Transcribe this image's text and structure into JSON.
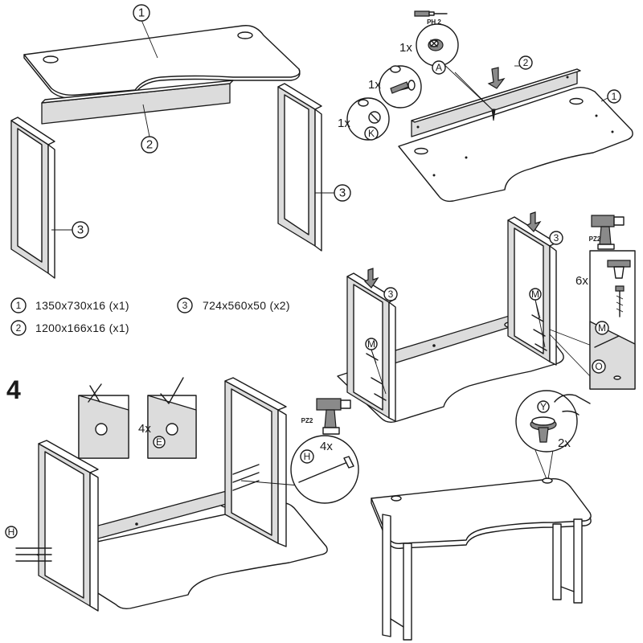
{
  "step_number": "4",
  "parts": [
    {
      "label": "1",
      "dims": "1350x730x16 (x1)"
    },
    {
      "label": "2",
      "dims": "1200x166x16 (x1)"
    },
    {
      "label": "3",
      "dims": "724x560x50 (x2)"
    }
  ],
  "callouts": {
    "part1": "1",
    "part2": "2",
    "part3": "3",
    "screw_a": "A",
    "screw_k": "K",
    "screw_m": "M",
    "screw_o": "O",
    "screw_e": "E",
    "screw_h": "H",
    "screw_y": "Y"
  },
  "quantities": {
    "q1": "1x",
    "q2": "1x",
    "q3": "1x",
    "q6": "6x",
    "q4a": "4x",
    "q4b": "4x",
    "q2x": "2x"
  },
  "tools": {
    "screwdriver_bit": "PH 2",
    "drill_bit": "PZ2"
  }
}
